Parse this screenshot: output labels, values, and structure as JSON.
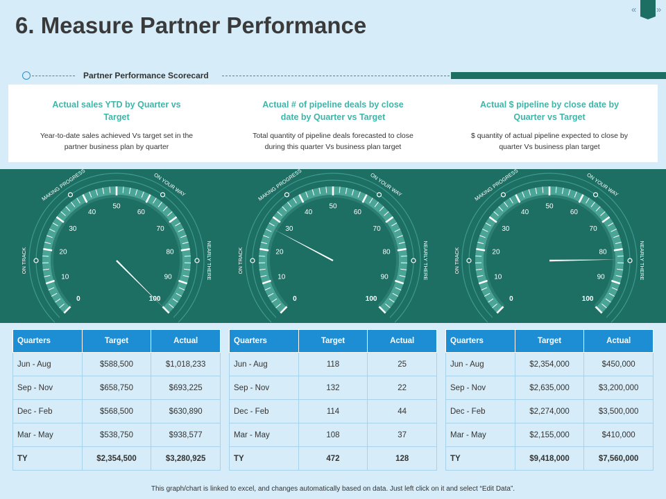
{
  "title": "6. Measure Partner Performance",
  "nav": {
    "prev_label": "«",
    "next_label": "»"
  },
  "scorecard_label": "Partner Performance Scorecard",
  "metrics": [
    {
      "title": "Actual sales YTD by Quarter vs Target",
      "desc": "Year-to-date sales achieved Vs target set in the partner business plan by quarter"
    },
    {
      "title": "Actual # of pipeline deals by close date by Quarter vs Target",
      "desc": "Total quantity of pipeline deals forecasted to close during this quarter Vs business plan target"
    },
    {
      "title": "Actual $ pipeline by close date by Quarter vs Target",
      "desc": "$ quantity of actual pipeline expected to close by quarter Vs business plan target"
    }
  ],
  "gauges": {
    "zone_labels": [
      "ON TRACK",
      "MAKING PROGRESS",
      "ON YOUR WAY",
      "NEARLY THERE"
    ],
    "tick_labels": [
      "0",
      "10",
      "20",
      "30",
      "40",
      "50",
      "60",
      "70",
      "80",
      "90",
      "100"
    ],
    "values": [
      100,
      27,
      83
    ],
    "colors": {
      "band": "#1d6e63",
      "ring": "#3d9a8c",
      "needle": "#ffffff",
      "text": "#ffffff"
    }
  },
  "tables": [
    {
      "headers": [
        "Quarters",
        "Target",
        "Actual"
      ],
      "rows": [
        [
          "Jun - Aug",
          "$588,500",
          "$1,018,233"
        ],
        [
          "Sep - Nov",
          "$658,750",
          "$693,225"
        ],
        [
          "Dec - Feb",
          "$568,500",
          "$630,890"
        ],
        [
          "Mar - May",
          "$538,750",
          "$938,577"
        ]
      ],
      "total": [
        "TY",
        "$2,354,500",
        "$3,280,925"
      ]
    },
    {
      "headers": [
        "Quarters",
        "Target",
        "Actual"
      ],
      "rows": [
        [
          "Jun - Aug",
          "118",
          "25"
        ],
        [
          "Sep - Nov",
          "132",
          "22"
        ],
        [
          "Dec - Feb",
          "114",
          "44"
        ],
        [
          "Mar - May",
          "108",
          "37"
        ]
      ],
      "total": [
        "TY",
        "472",
        "128"
      ]
    },
    {
      "headers": [
        "Quarters",
        "Target",
        "Actual"
      ],
      "rows": [
        [
          "Jun - Aug",
          "$2,354,000",
          "$450,000"
        ],
        [
          "Sep - Nov",
          "$2,635,000",
          "$3,200,000"
        ],
        [
          "Dec - Feb",
          "$2,274,000",
          "$3,500,000"
        ],
        [
          "Mar - May",
          "$2,155,000",
          "$410,000"
        ]
      ],
      "total": [
        "TY",
        "$9,418,000",
        "$7,560,000"
      ]
    }
  ],
  "footnote": "This graph/chart is linked to excel, and changes automatically based on data. Just left click on it and select “Edit Data”."
}
